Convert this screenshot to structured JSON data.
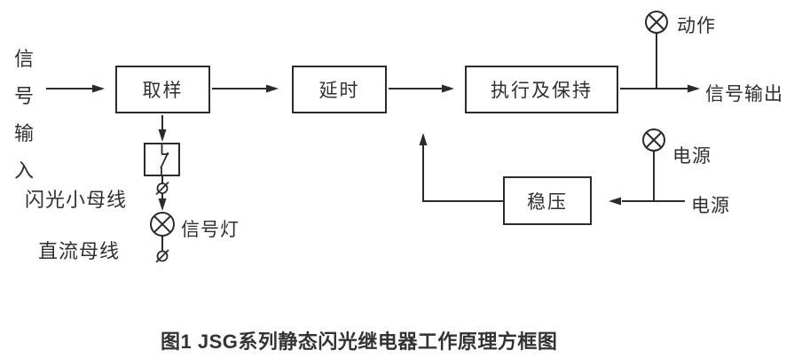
{
  "diagram": {
    "input_label": "信号输入",
    "blocks": {
      "sampling": "取样",
      "delay": "延时",
      "execute_hold": "执行及保持",
      "regulator": "稳压"
    },
    "labels": {
      "flash_bus": "闪光小母线",
      "dc_bus": "直流母线",
      "signal_lamp": "信号灯",
      "action_lamp": "动作",
      "signal_output": "信号输出",
      "power_lamp": "电源",
      "power_source": "电源"
    },
    "icons": {
      "lamp": "circle-x-lamp",
      "terminal": "slashed-terminal-circle",
      "contact": "switch-contact-in-box"
    }
  },
  "caption": "图1  JSG系列静态闪光继电器工作原理方框图",
  "colors": {
    "line": "#2b2b2b",
    "text": "#2f2f2f",
    "background": "#ffffff"
  }
}
